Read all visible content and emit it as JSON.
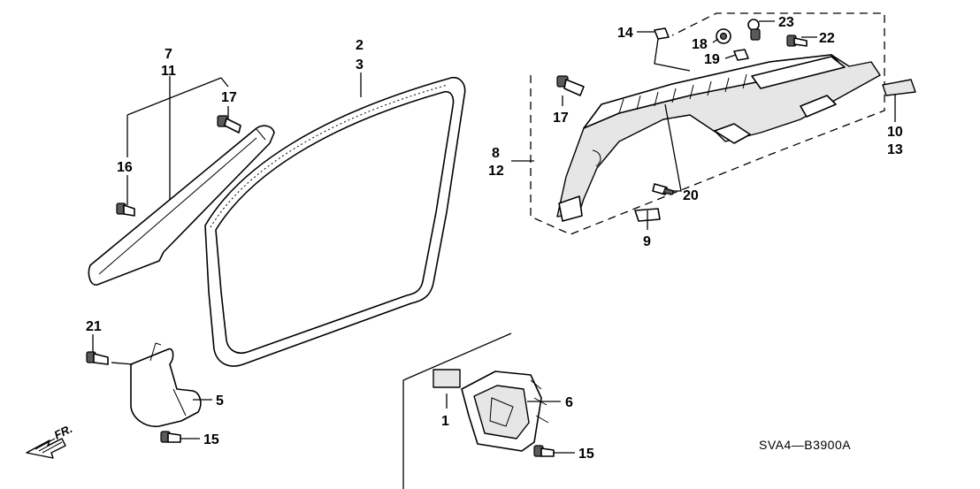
{
  "callouts": {
    "c1": "1",
    "c2": "2",
    "c3": "3",
    "c5": "5",
    "c6": "6",
    "c7": "7",
    "c8": "8",
    "c9": "9",
    "c10": "10",
    "c11": "11",
    "c12": "12",
    "c13": "13",
    "c14": "14",
    "c15a": "15",
    "c15b": "15",
    "c16": "16",
    "c17a": "17",
    "c17b": "17",
    "c18": "18",
    "c19": "19",
    "c20": "20",
    "c21": "21",
    "c22": "22",
    "c23": "23"
  },
  "diagram_code": "SVA4—B3900A",
  "direction_label": "FR."
}
